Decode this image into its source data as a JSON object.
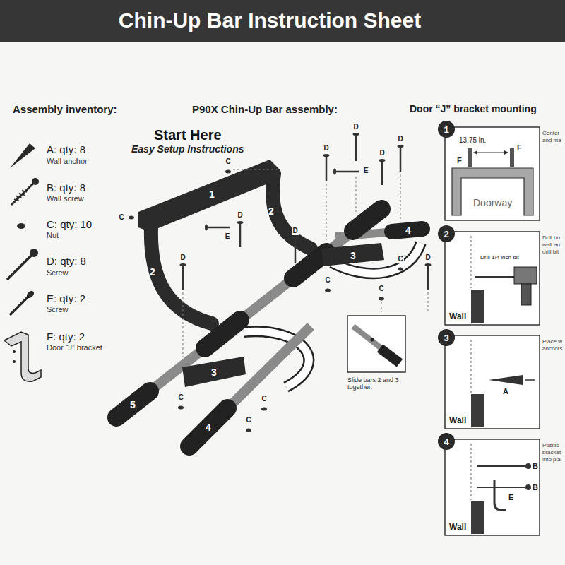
{
  "diagram": {
    "title": "Chin-Up Bar Instruction Sheet",
    "nodes": [
      {
        "text": [
          "1"
        ]
      },
      {
        "text": [
          "2"
        ]
      },
      {
        "text": [
          "3"
        ]
      },
      {
        "text": [
          "4"
        ]
      }
    ],
    "labels": [
      "Assembly inventory:",
      "P90X Chin-Up Bar assembly:",
      "Door “J” bracket mounting",
      "A: qty: 8",
      "Wall anchor",
      "B: qty: 8",
      "Wall screw",
      "C: qty: 10",
      "Nut",
      "D: qty: 8",
      "Screw",
      "E: qty: 2",
      "Screw",
      "F: qty: 2",
      "Door “J” bracket",
      "Start Here",
      "Easy Setup Instructions",
      "1",
      "2",
      "2",
      "3",
      "3",
      "4",
      "4",
      "5",
      "C",
      "C",
      "C",
      "C",
      "C",
      "C",
      "C",
      "C",
      "D",
      "D",
      "D",
      "D",
      "D",
      "D",
      "D",
      "D",
      "E",
      "E",
      "Slide bars 2 and 3 together.",
      "13.75 in.",
      "F",
      "F",
      "Doorway",
      "Center",
      "and ma",
      "Drill 1/4 inch bit",
      "Wall",
      "Drill ho",
      "wall an",
      "drill bit",
      "A",
      "Wall",
      "Place w",
      "anchors",
      "B",
      "B",
      "E",
      "Wall",
      "Positio",
      "bracket",
      "into pla"
    ]
  }
}
